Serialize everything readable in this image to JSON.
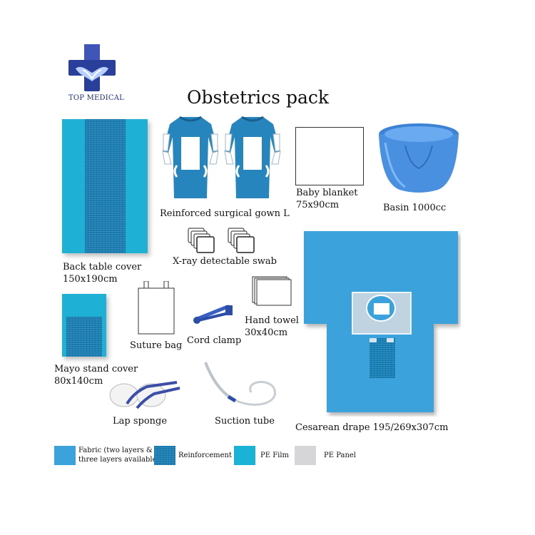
{
  "brand": {
    "name": "TOP MEDICAL"
  },
  "title": "Obstetrics pack",
  "items": {
    "back_table_cover": {
      "name": "Back table cover",
      "size": "150x190cm"
    },
    "gown": {
      "name": "Reinforced surgical gown L"
    },
    "baby_blanket": {
      "name": "Baby blanket",
      "size": "75x90cm"
    },
    "basin": {
      "name": "Basin 1000cc"
    },
    "swab": {
      "name": "X-ray detectable swab"
    },
    "mayo": {
      "name": "Mayo stand cover",
      "size": "80x140cm"
    },
    "suture_bag": {
      "name": "Suture bag"
    },
    "cord_clamp": {
      "name": "Cord clamp"
    },
    "hand_towel": {
      "name": "Hand towel",
      "size": "30x40cm"
    },
    "lap_sponge": {
      "name": "Lap sponge"
    },
    "suction_tube": {
      "name": "Suction tube"
    },
    "cesarean_drape": {
      "name": "Cesarean drape 195/269x307cm"
    }
  },
  "legend": [
    {
      "label": "Fabric (two layers &\nthree layers available)",
      "color": "#3ba2db"
    },
    {
      "label": "Reinforcement",
      "color": "#1b7fb4"
    },
    {
      "label": "PE Film",
      "color": "#1ab3d6"
    },
    {
      "label": "PE Panel",
      "color": "#d6d6d8"
    }
  ],
  "colors": {
    "fabric": "#3ba2db",
    "reinforcement": "#1b7fb4",
    "pe_film": "#1ab3d6",
    "pe_panel": "#d6d6d8",
    "brand": "#2a3f9a"
  }
}
